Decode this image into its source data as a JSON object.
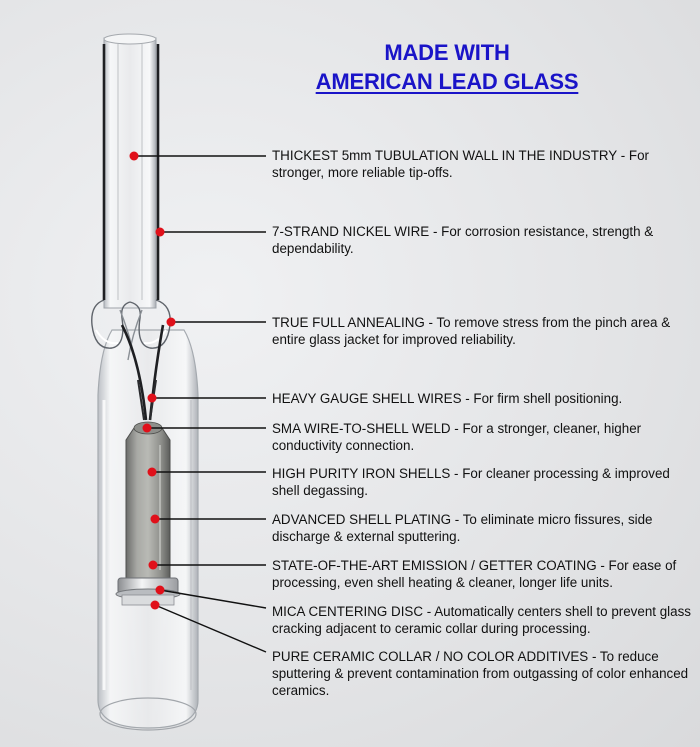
{
  "title": {
    "line1": "MADE WITH",
    "line2": "AMERICAN LEAD GLASS"
  },
  "annotations": [
    "THICKEST 5mm TUBULATION WALL IN THE INDUSTRY - For stronger, more reliable tip-offs.",
    "7-STRAND NICKEL WIRE - For corrosion resistance, strength & dependability.",
    "TRUE FULL ANNEALING - To remove stress from the pinch area & entire glass jacket for improved reliability.",
    "HEAVY GAUGE SHELL WIRES - For firm shell positioning.",
    "SMA WIRE-TO-SHELL WELD - For a stronger, cleaner, higher conductivity connection.",
    "HIGH PURITY IRON SHELLS - For cleaner processing & improved shell degassing.",
    "ADVANCED SHELL PLATING - To eliminate micro fissures, side discharge & external sputtering.",
    "STATE-OF-THE-ART EMISSION / GETTER COATING - For ease of processing, even shell heating & cleaner, longer life units.",
    "MICA CENTERING DISC - Automatically centers shell to prevent glass cracking adjacent to ceramic collar during processing.",
    "PURE CERAMIC COLLAR / NO COLOR ADDITIVES - To reduce sputtering & prevent contamination from outgassing of color enhanced ceramics."
  ],
  "colors": {
    "title": "#1a14c8",
    "marker": "#e0101a",
    "leader": "#111111"
  }
}
